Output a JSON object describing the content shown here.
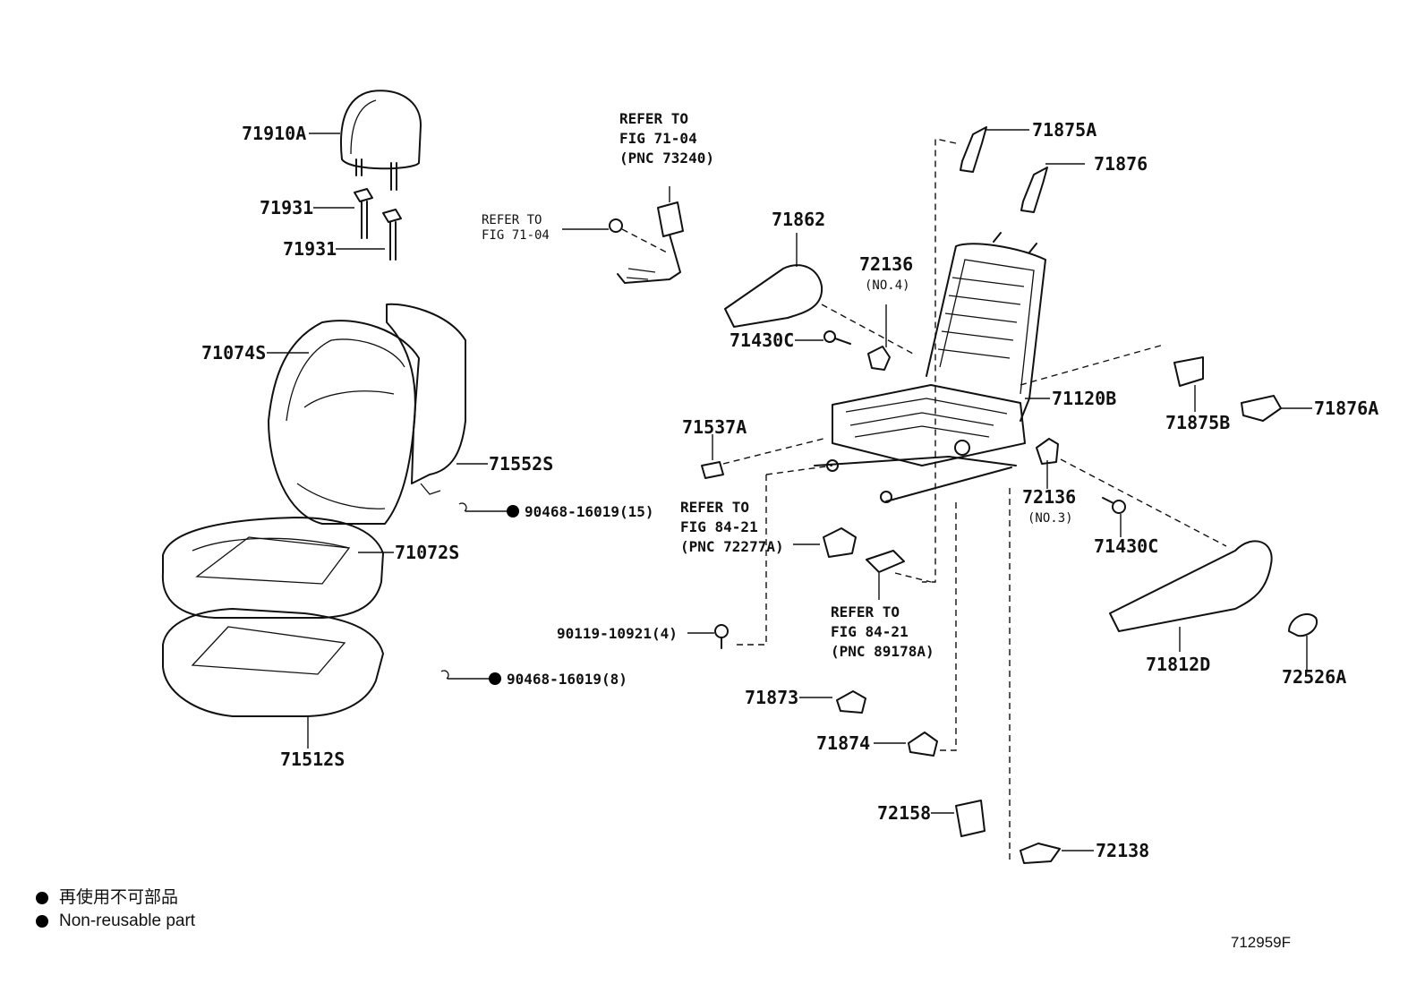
{
  "figure_code": "712959F",
  "legend": {
    "jp": "再使用不可部品",
    "en": "Non-reusable part"
  },
  "parts": {
    "p71910A": "71910A",
    "p71931a": "71931",
    "p71931b": "71931",
    "p71074S": "71074S",
    "p71552S": "71552S",
    "p71072S": "71072S",
    "p71512S": "71512S",
    "p90468_15": "90468-16019(15)",
    "p90468_8": "90468-16019(8)",
    "p90119": "90119-10921(4)",
    "p71862": "71862",
    "p72136a": "72136",
    "p72136a_no": "(NO.4)",
    "p71430Ca": "71430C",
    "p71537A": "71537A",
    "p71875A": "71875A",
    "p71876": "71876",
    "p71120B": "71120B",
    "p71875B": "71875B",
    "p71876A": "71876A",
    "p72136b": "72136",
    "p72136b_no": "(NO.3)",
    "p71430Cb": "71430C",
    "p71812D": "71812D",
    "p72526A": "72526A",
    "p71873": "71873",
    "p71874": "71874",
    "p72158": "72158",
    "p72138": "72138"
  },
  "refs": {
    "belt": "REFER TO\nFIG 71-04\n(PNC 73240)",
    "belt_small": "REFER TO\nFIG 71-04",
    "switch": "REFER TO\nFIG 84-21\n(PNC 72277A)",
    "sensor": "REFER TO\nFIG 84-21\n(PNC 89178A)"
  }
}
